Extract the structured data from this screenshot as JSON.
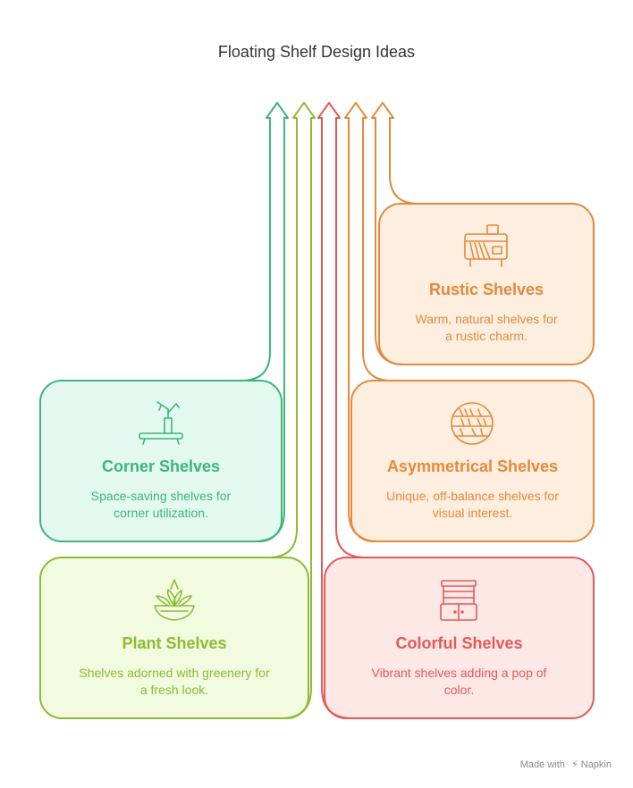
{
  "title": "Floating Shelf Design Ideas",
  "colors": {
    "green": "#3cb57d",
    "lime": "#8dbb33",
    "red": "#e05a5a",
    "orange_mid": "#e48a3a",
    "orange": "#e08a3c"
  },
  "cards": [
    {
      "id": "corner",
      "title": "Corner Shelves",
      "desc_lines": [
        "Space-saving shelves for",
        "corner utilization."
      ],
      "icon": "corner-shelf-plant-icon"
    },
    {
      "id": "plant",
      "title": "Plant Shelves",
      "desc_lines": [
        "Shelves adorned with greenery for",
        "a fresh look."
      ],
      "icon": "plant-bowl-icon"
    },
    {
      "id": "rustic",
      "title": "Rustic Shelves",
      "desc_lines": [
        "Warm, natural shelves for",
        "a rustic charm."
      ],
      "icon": "rustic-cabinet-icon"
    },
    {
      "id": "asymmetrical",
      "title": "Asymmetrical Shelves",
      "desc_lines": [
        "Unique, off-balance shelves for",
        "visual interest."
      ],
      "icon": "round-shelf-icon"
    },
    {
      "id": "colorful",
      "title": "Colorful Shelves",
      "desc_lines": [
        "Vibrant shelves adding a pop of",
        "color."
      ],
      "icon": "shelving-unit-icon"
    }
  ],
  "footer": {
    "made_with": "Made with",
    "brand": "Napkin"
  }
}
